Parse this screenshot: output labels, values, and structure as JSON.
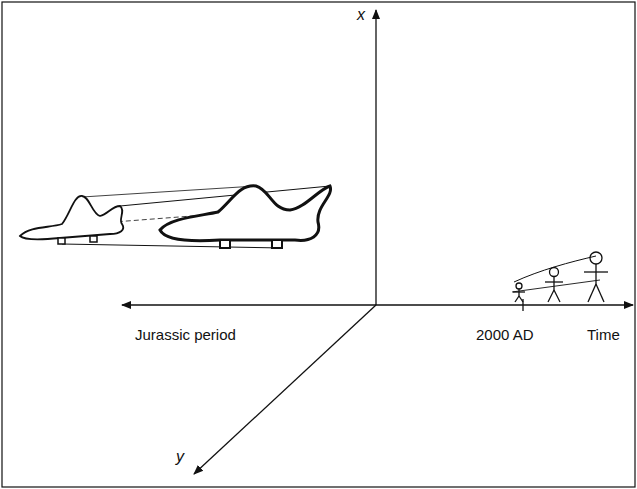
{
  "diagram": {
    "labels": [
      "x",
      "y",
      "Jurassic period",
      "2000 AD",
      "Time"
    ]
  }
}
